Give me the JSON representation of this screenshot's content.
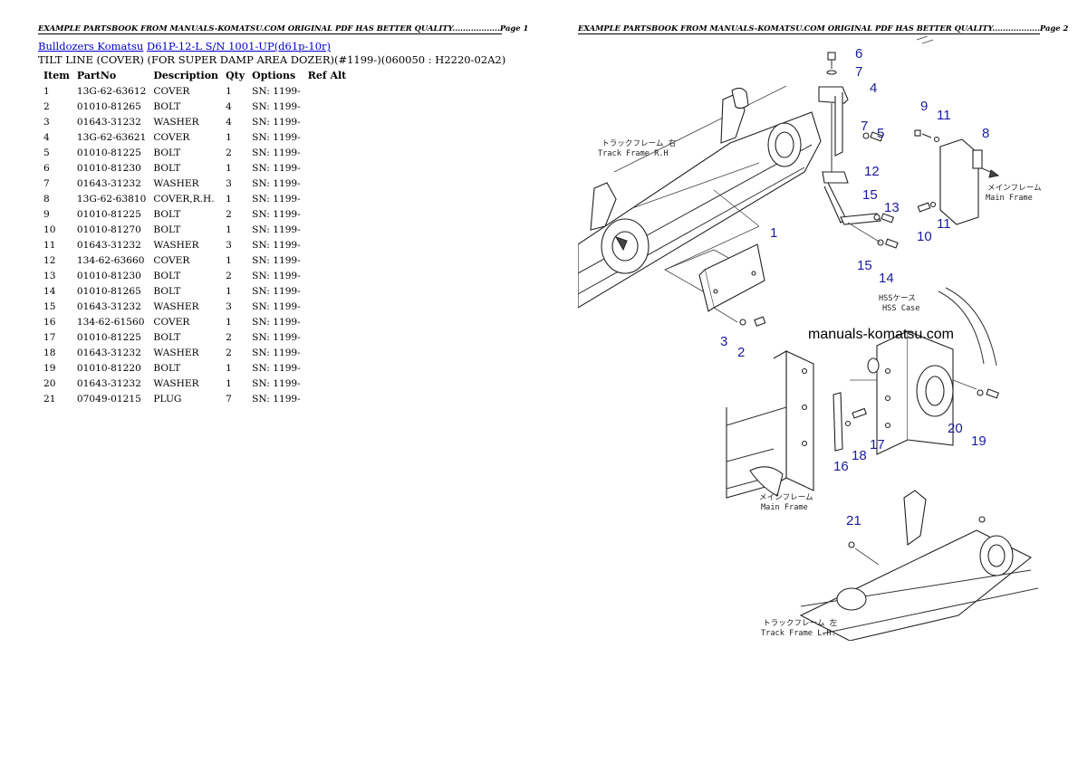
{
  "page1_header": "EXAMPLE PARTSBOOK FROM MANUALS-KOMATSU.COM ORIGINAL PDF HAS BETTER QUALITY..................Page 1",
  "page2_header": "EXAMPLE PARTSBOOK FROM MANUALS-KOMATSU.COM ORIGINAL PDF HAS BETTER QUALITY..................Page 2",
  "breadcrumb": {
    "link1": "Bulldozers Komatsu",
    "link2": "D61P-12-L S/N 1001-UP(d61p-10r)"
  },
  "subtitle": "TILT LINE (COVER) (FOR SUPER DAMP AREA DOZER)(#1199-)(060050 : H2220-02A2)",
  "table": {
    "headers": [
      "Item",
      "PartNo",
      "Description",
      "Qty",
      "Options",
      "Ref Alt"
    ],
    "rows": [
      [
        "1",
        "13G-62-63612",
        "COVER",
        "1",
        "SN: 1199-",
        ""
      ],
      [
        "2",
        "01010-81265",
        "BOLT",
        "4",
        "SN: 1199-",
        ""
      ],
      [
        "3",
        "01643-31232",
        "WASHER",
        "4",
        "SN: 1199-",
        ""
      ],
      [
        "4",
        "13G-62-63621",
        "COVER",
        "1",
        "SN: 1199-",
        ""
      ],
      [
        "5",
        "01010-81225",
        "BOLT",
        "2",
        "SN: 1199-",
        ""
      ],
      [
        "6",
        "01010-81230",
        "BOLT",
        "1",
        "SN: 1199-",
        ""
      ],
      [
        "7",
        "01643-31232",
        "WASHER",
        "3",
        "SN: 1199-",
        ""
      ],
      [
        "8",
        "13G-62-63810",
        "COVER,R.H.",
        "1",
        "SN: 1199-",
        ""
      ],
      [
        "9",
        "01010-81225",
        "BOLT",
        "2",
        "SN: 1199-",
        ""
      ],
      [
        "10",
        "01010-81270",
        "BOLT",
        "1",
        "SN: 1199-",
        ""
      ],
      [
        "11",
        "01643-31232",
        "WASHER",
        "3",
        "SN: 1199-",
        ""
      ],
      [
        "12",
        "134-62-63660",
        "COVER",
        "1",
        "SN: 1199-",
        ""
      ],
      [
        "13",
        "01010-81230",
        "BOLT",
        "2",
        "SN: 1199-",
        ""
      ],
      [
        "14",
        "01010-81265",
        "BOLT",
        "1",
        "SN: 1199-",
        ""
      ],
      [
        "15",
        "01643-31232",
        "WASHER",
        "3",
        "SN: 1199-",
        ""
      ],
      [
        "16",
        "134-62-61560",
        "COVER",
        "1",
        "SN: 1199-",
        ""
      ],
      [
        "17",
        "01010-81225",
        "BOLT",
        "2",
        "SN: 1199-",
        ""
      ],
      [
        "18",
        "01643-31232",
        "WASHER",
        "2",
        "SN: 1199-",
        ""
      ],
      [
        "19",
        "01010-81220",
        "BOLT",
        "1",
        "SN: 1199-",
        ""
      ],
      [
        "20",
        "01643-31232",
        "WASHER",
        "1",
        "SN: 1199-",
        ""
      ],
      [
        "21",
        "07049-01215",
        "PLUG",
        "7",
        "SN: 1199-",
        ""
      ]
    ]
  },
  "diagram": {
    "watermark": "manuals-komatsu.com",
    "labels": {
      "track_frame_rh_jp": "トラックフレーム 右",
      "track_frame_rh": "Track Frame R.H",
      "main_frame_jp": "メインフレーム",
      "main_frame": "Main Frame",
      "hss_case_jp": "HSSケース",
      "hss_case": "HSS Case",
      "track_frame_lh_jp": "トラックフレーム 左",
      "track_frame_lh": "Track Frame L.H."
    },
    "callouts": [
      "1",
      "2",
      "3",
      "4",
      "5",
      "6",
      "7",
      "7",
      "8",
      "9",
      "10",
      "11",
      "11",
      "12",
      "13",
      "14",
      "15",
      "15",
      "16",
      "17",
      "18",
      "19",
      "20",
      "21"
    ]
  }
}
